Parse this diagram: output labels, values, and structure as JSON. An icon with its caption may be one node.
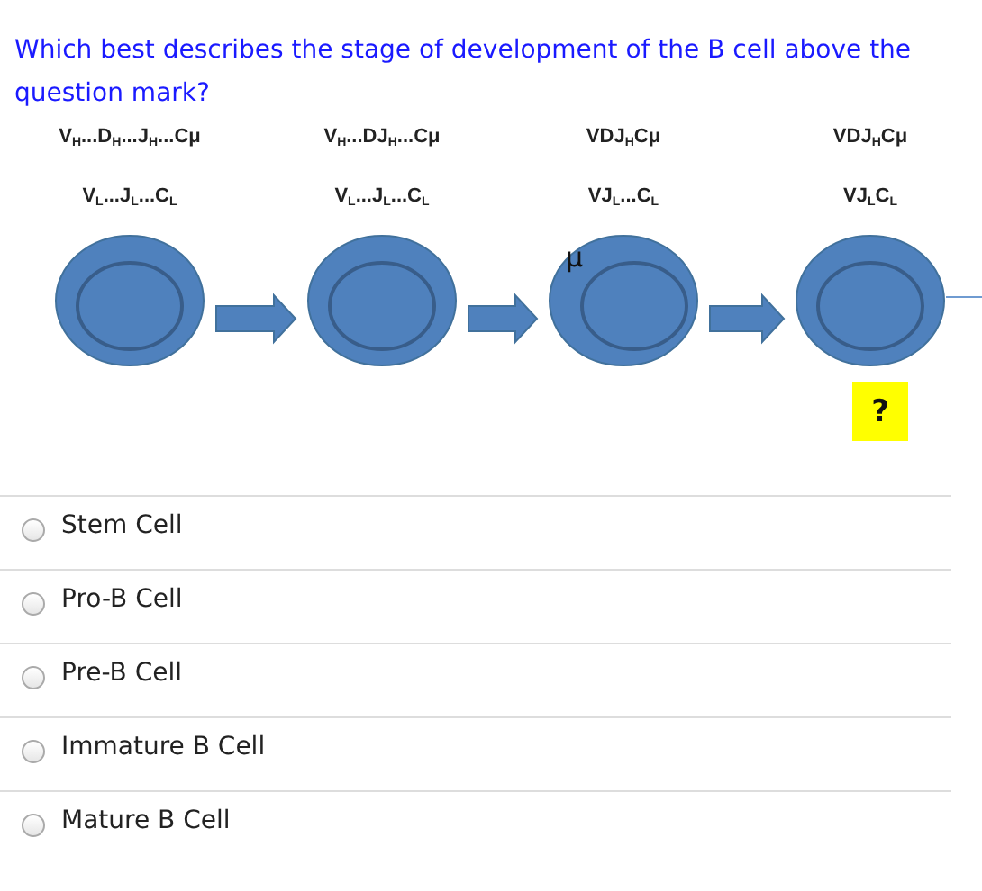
{
  "diagram": {
    "title": "Which best describes the stage of development of the B cell above the question mark?",
    "nodes": [
      {
        "text": [],
        "shape": "circle",
        "beside": [
          "V$_{H}$...D$_{H}$...J$_{H}$...Cμ",
          "V$_{L}$...J$_{L}$...C$_{L}$"
        ]
      },
      {
        "text": [],
        "shape": "circle",
        "beside": [
          "V$_{H}$...DJ$_{H}$...Cμ",
          "V$_{L}$...J$_{L}$...C$_{L}$"
        ]
      },
      {
        "text": [
          "μ"
        ],
        "beside": [
          "VDJ$_{H}$Cμ",
          "VJ$_{L}$...C$_{L}$"
        ]
      },
      {
        "text": [],
        "shape": "circle",
        "beside": [
          "VDJ$_{H}$Cμ",
          "VJ$_{L}$C$_{L}$"
        ]
      },
      {
        "text": [
          "?"
        ]
      }
    ],
    "edges": [
      {
        "from": 0,
        "to": 1,
        "arrow": "to"
      },
      {
        "from": 1,
        "to": 2,
        "arrow": "to"
      },
      {
        "from": 2,
        "to": 3,
        "arrow": "to"
      },
      {
        "from": 3,
        "to": null,
        "arrow": "none"
      }
    ],
    "labels": [
      "Stem Cell",
      "Pro-B Cell",
      "Pre-B Cell",
      "Immature B Cell",
      "Mature B Cell"
    ]
  }
}
